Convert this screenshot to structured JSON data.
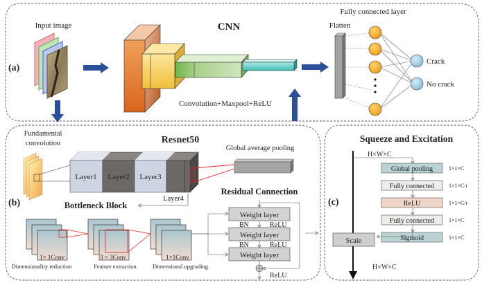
{
  "panel_a": {
    "label": "(a)",
    "title": "CNN",
    "input_label": "Input image",
    "conv_caption": "Convolution+Maxpool+ReLU",
    "flatten_label": "Flatten",
    "fc_label": "Fully connected layer",
    "outputs": [
      "Crack",
      "No crack"
    ]
  },
  "panel_b": {
    "label": "(b)",
    "title": "Resnet50",
    "fundamental_label_1": "Fundamental",
    "fundamental_label_2": "convolution",
    "layers": [
      "Layer1",
      "Layer2",
      "Layer3",
      "Layer4"
    ],
    "gap_label": "Global average pooling",
    "bottleneck_title": "Bottleneck Block",
    "bottleneck_stages": [
      {
        "conv": "1× 1Conv",
        "caption": "Dimensionality reduction"
      },
      {
        "conv": "3 × 3Conv",
        "caption": "Feature extraction"
      },
      {
        "conv": "1×1Conv",
        "caption": "Dimensional upgrading"
      }
    ],
    "residual_title": "Residual Connection",
    "weight_layer": "Weight layer",
    "bn": "BN",
    "relu": "ReLU"
  },
  "panel_c": {
    "label": "(c)",
    "title": "Squeeze and Excitation",
    "input_dim": "H×W×C",
    "steps": [
      {
        "label": "Global pooling",
        "dim": "1×1×C",
        "color": "#b9d3d3"
      },
      {
        "label": "Fully connected",
        "dim": "1×1×C/r",
        "color": "#ececea"
      },
      {
        "label": "ReLU",
        "dim": "1×1×C/r",
        "color": "#efd5c8"
      },
      {
        "label": "Fully connected",
        "dim": "1×1×C",
        "color": "#ececea"
      },
      {
        "label": "Sigmoid",
        "dim": "1×1×C",
        "color": "#b9d3d3"
      }
    ],
    "scale_label": "Scale",
    "output_dim": "H×W×C"
  }
}
